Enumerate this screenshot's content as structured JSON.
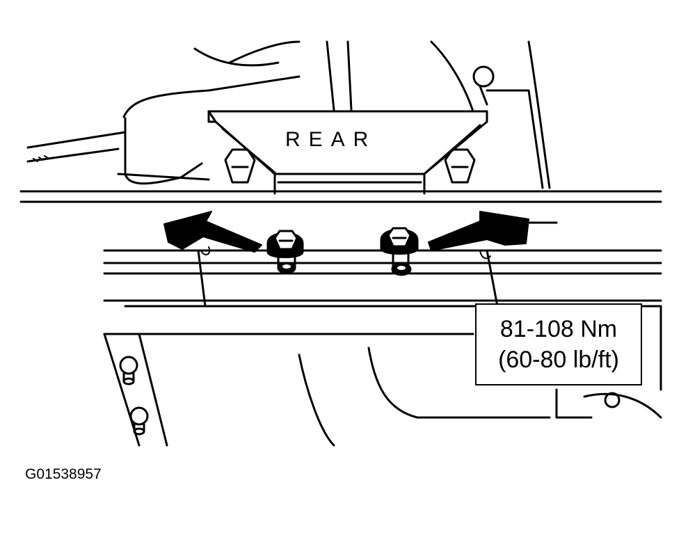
{
  "diagram": {
    "part_label": "REAR",
    "torque_spec": {
      "metric": "81-108 Nm",
      "imperial": "(60-80 lb/ft)"
    },
    "figure_id": "G01538957"
  },
  "colors": {
    "ink": "#000000",
    "paper": "#ffffff"
  }
}
